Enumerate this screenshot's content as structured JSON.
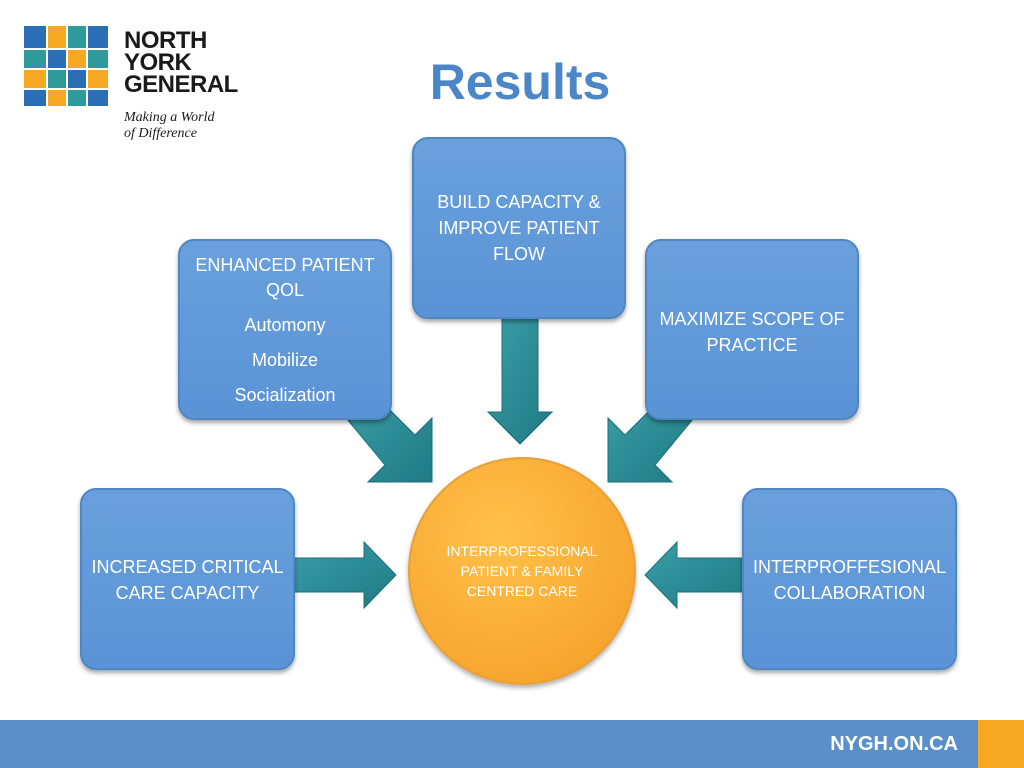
{
  "logo": {
    "words": [
      "NORTH",
      "YORK",
      "GENERAL"
    ],
    "tagline": [
      "Making a World",
      "of Difference"
    ],
    "colors": [
      "#2f9a9b",
      "#f7a823",
      "#2a6fb6"
    ]
  },
  "slide": {
    "title": "Results"
  },
  "diagram": {
    "center": [
      "INTERPROFESSIONAL",
      "PATIENT & FAMILY",
      "CENTRED CARE"
    ],
    "box_top": [
      "BUILD CAPACITY &",
      "IMPROVE PATIENT",
      "FLOW"
    ],
    "box_upper_left": {
      "heading": [
        "ENHANCED PATIENT",
        "QOL"
      ],
      "items": [
        "Automony",
        "Mobilize",
        "Socialization"
      ]
    },
    "box_upper_right": [
      "MAXIMIZE SCOPE OF",
      "PRACTICE"
    ],
    "box_left": [
      "INCREASED CRITICAL",
      "CARE CAPACITY"
    ],
    "box_right": [
      "INTERPROFFESIONAL",
      "COLLABORATION"
    ],
    "colors": {
      "box": "#5f97d8",
      "arrow": "#2b8a94",
      "center": "#f7a731"
    }
  },
  "footer": {
    "url": "NYGH.ON.CA",
    "colors": {
      "bar": "#5a8fc9",
      "accent": "#f7a823"
    }
  }
}
